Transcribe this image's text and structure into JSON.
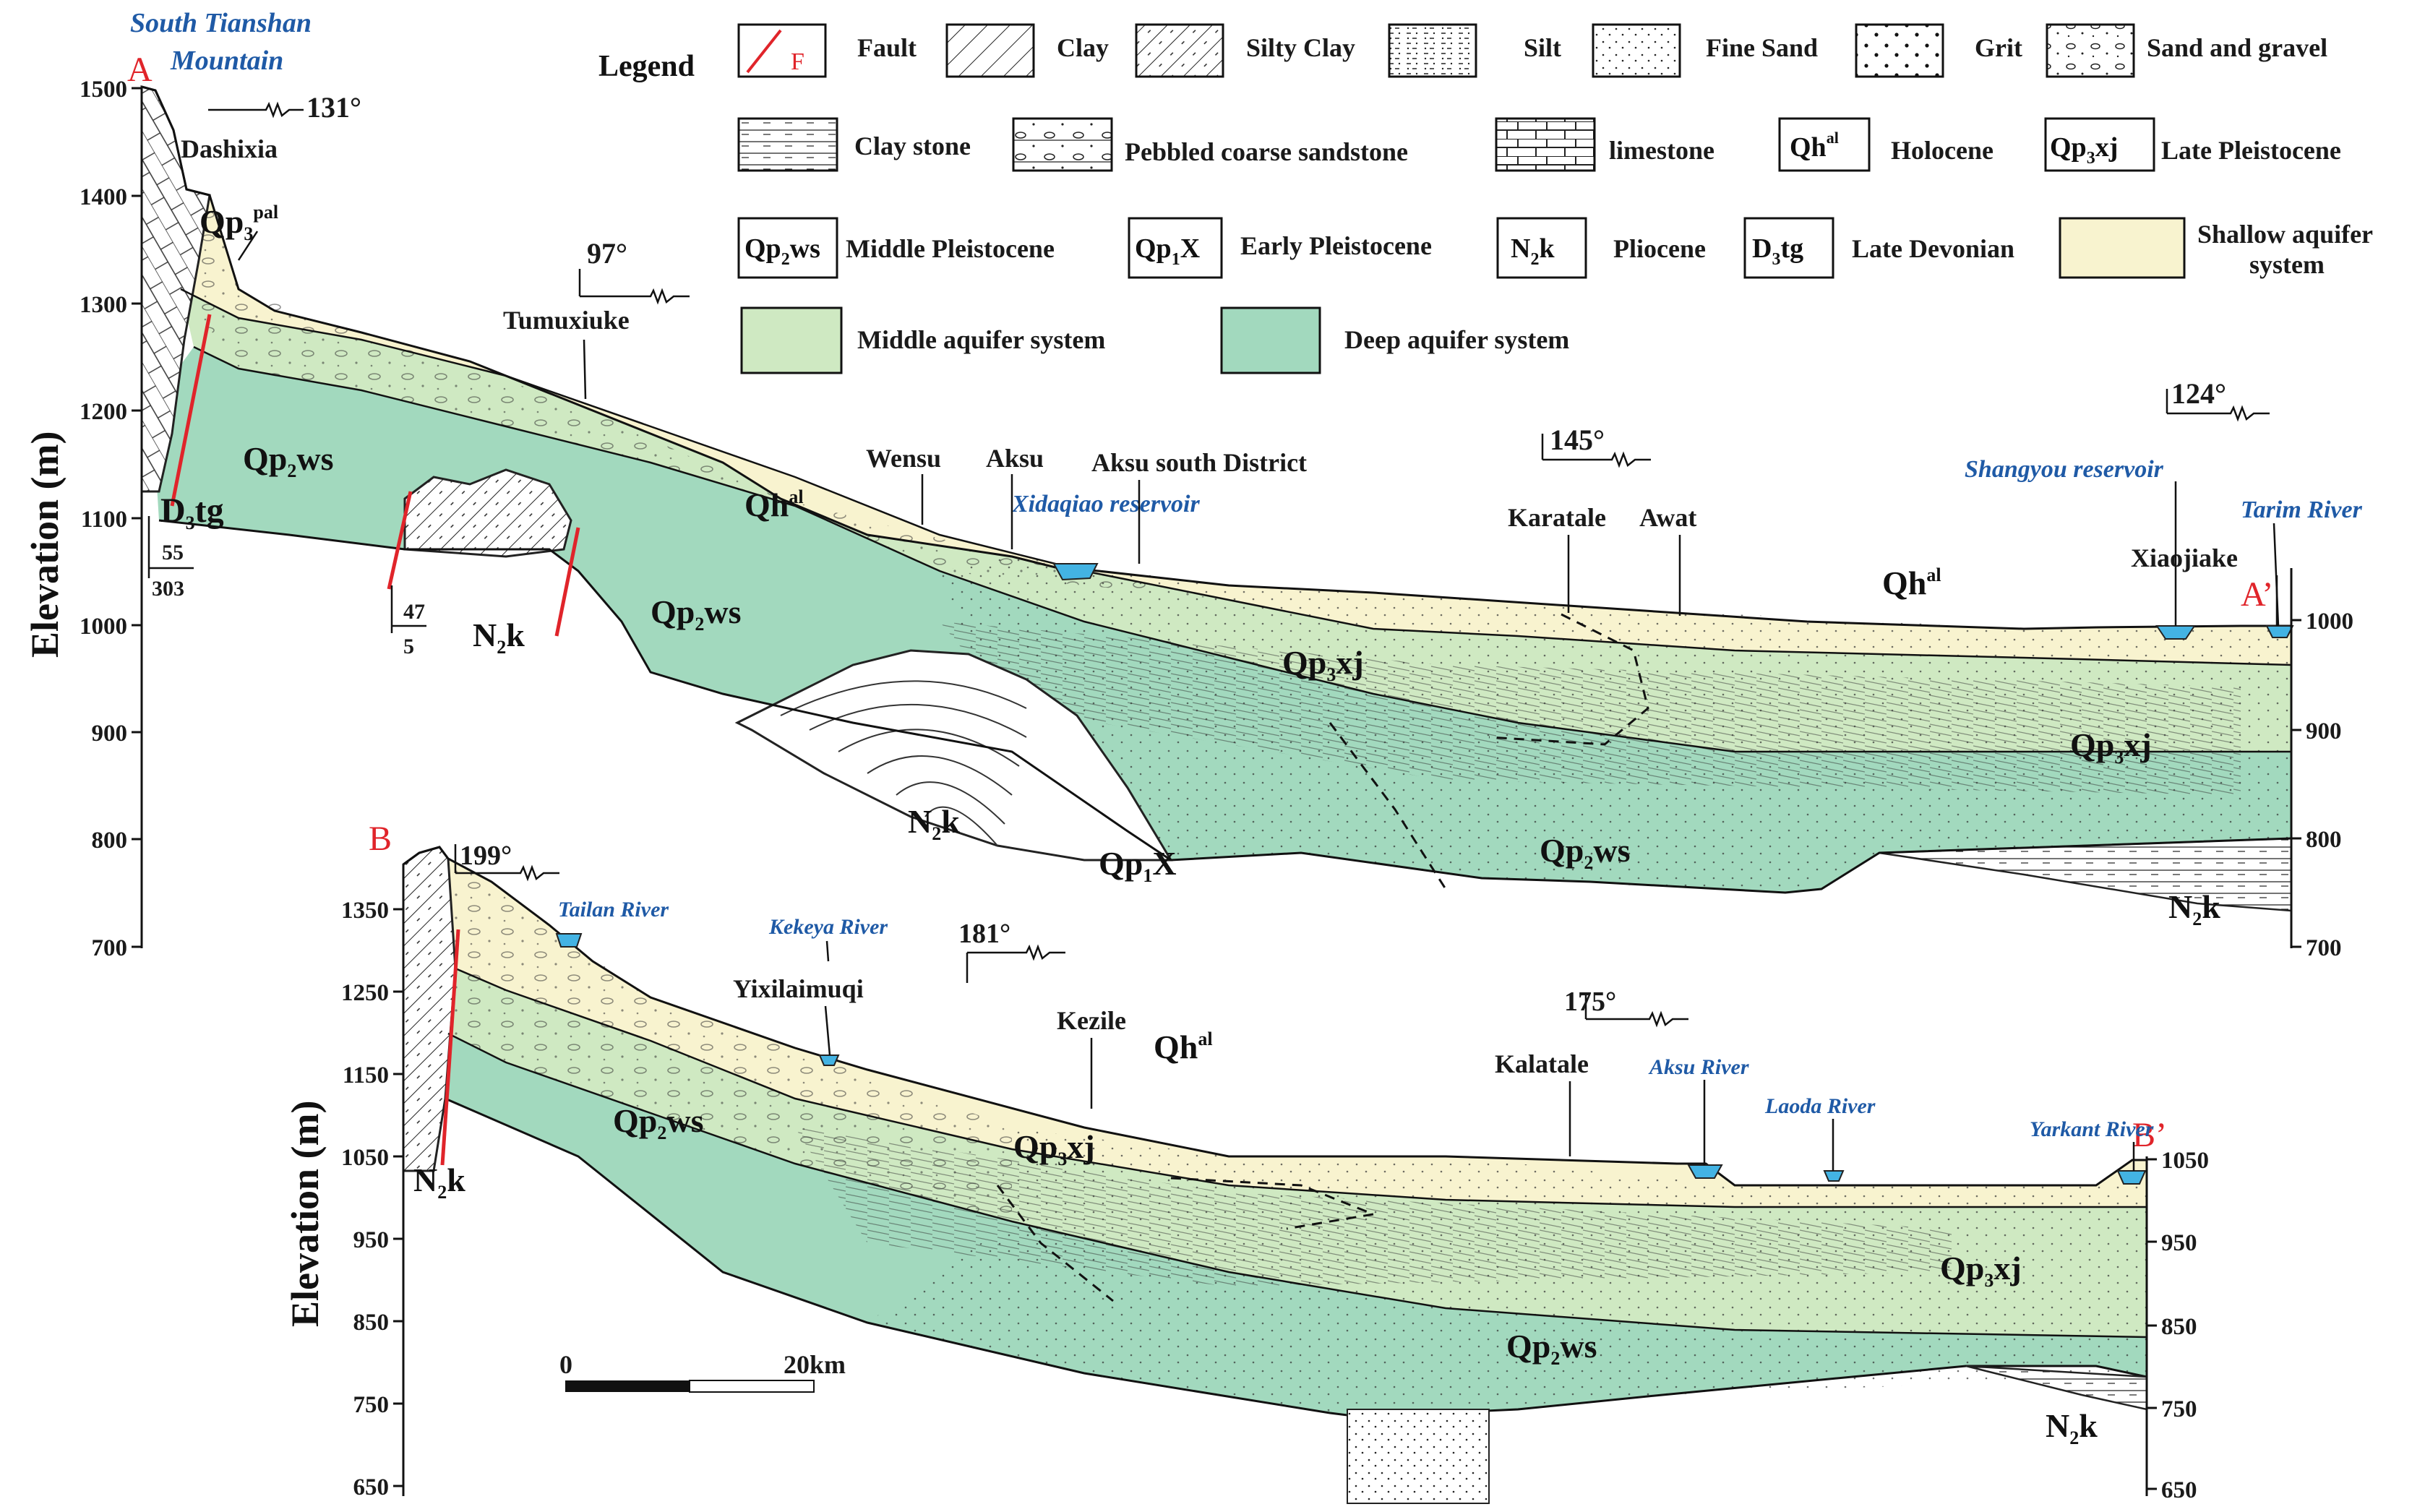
{
  "legend": {
    "title": "Legend",
    "items": [
      {
        "id": "fault",
        "label": "Fault",
        "symbol": "F"
      },
      {
        "id": "clay",
        "label": "Clay"
      },
      {
        "id": "silty-clay",
        "label": "Silty Clay"
      },
      {
        "id": "silt",
        "label": "Silt"
      },
      {
        "id": "fine-sand",
        "label": "Fine Sand"
      },
      {
        "id": "grit",
        "label": "Grit"
      },
      {
        "id": "sand-gravel",
        "label": "Sand and  gravel"
      },
      {
        "id": "clay-stone",
        "label": "Clay stone"
      },
      {
        "id": "pebbled",
        "label": "Pebbled coarse  sandstone"
      },
      {
        "id": "limestone",
        "label": "limestone"
      },
      {
        "id": "holocene",
        "label": "Holocene",
        "code": "Qh",
        "sup": "al"
      },
      {
        "id": "late-pleist",
        "label": "Late Pleistocene",
        "code": "Qp",
        "sub": "3",
        "rest": "xj"
      },
      {
        "id": "mid-pleist",
        "label": "Middle Pleistocene",
        "code": "Qp",
        "sub": "2",
        "rest": "ws"
      },
      {
        "id": "early-pleist",
        "label": "Early Pleistocene",
        "code": "Qp",
        "sub": "1",
        "rest": "X"
      },
      {
        "id": "pliocene",
        "label": "Pliocene",
        "code": "N",
        "sub": "2",
        "rest": "k"
      },
      {
        "id": "late-devonian",
        "label": "Late Devonian",
        "code": "D",
        "sub": "3",
        "rest": "tg"
      },
      {
        "id": "shallow",
        "label": "Shallow aquifer",
        "label2": "system"
      },
      {
        "id": "middle",
        "label": "Middle  aquifer system"
      },
      {
        "id": "deep",
        "label": "Deep  aquifer system"
      }
    ]
  },
  "colors": {
    "shallow": "#f8f3cf",
    "middle": "#cfe9c2",
    "deep": "#a2d9be",
    "deep_dark": "#8fcfb1",
    "water": "#43b3e3",
    "fault": "#e0242a",
    "blue_text": "#1f5aa6",
    "red_text": "#e0242a"
  },
  "section_a": {
    "start_label": "A",
    "end_label": "A’",
    "ylabel": "Elevation (m)",
    "left_ticks": [
      "1500",
      "1400",
      "1300",
      "1200",
      "1100",
      "1000",
      "900",
      "800",
      "700"
    ],
    "right_ticks": [
      "1000",
      "900",
      "800",
      "700"
    ],
    "mountain": "South Tianshan",
    "mountain2": "Mountain",
    "places": [
      "Dashixia",
      "Tumuxiuke",
      "Wensu",
      "Aksu",
      "Aksu south District",
      "Karatale",
      "Awat",
      "Xiaojiake"
    ],
    "water": [
      "Xidaqiao reservoir",
      "Shangyou reservoir",
      "Tarim River"
    ],
    "angles": [
      "131°",
      "97°",
      "145°",
      "124°"
    ],
    "dip1_top": "55",
    "dip1_bot": "303",
    "dip2_top": "47",
    "dip2_bot": "5"
  },
  "section_b": {
    "start_label": "B",
    "end_label": "B’",
    "ylabel": "Elevation (m)",
    "left_ticks": [
      "1350",
      "1250",
      "1150",
      "1050",
      "950",
      "850",
      "750",
      "650"
    ],
    "right_ticks": [
      "1050",
      "950",
      "850",
      "750",
      "650"
    ],
    "places": [
      "Yixilaimuqi",
      "Kezile",
      "Kalatale"
    ],
    "water": [
      "Tailan River",
      "Kekeya River",
      "Aksu River",
      "Laoda River",
      "Yarkant River"
    ],
    "angles": [
      "199°",
      "181°",
      "175°"
    ]
  },
  "scale_bar": {
    "start": "0",
    "end": "20km"
  }
}
